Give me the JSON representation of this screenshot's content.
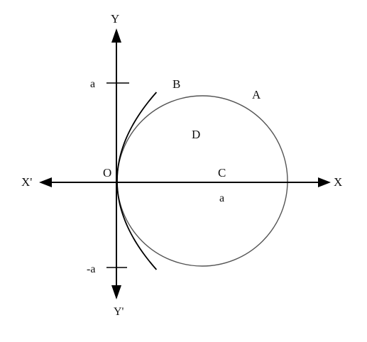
{
  "labels": {
    "y_axis": "Y",
    "x_axis": "X",
    "x_neg_axis": "X'",
    "y_neg_axis": "Y'",
    "origin": "O",
    "point_a": "A",
    "point_b": "B",
    "point_c": "C",
    "point_d": "D",
    "tick_a_y": "a",
    "tick_neg_a_y": "-a",
    "tick_a_x": "a"
  }
}
